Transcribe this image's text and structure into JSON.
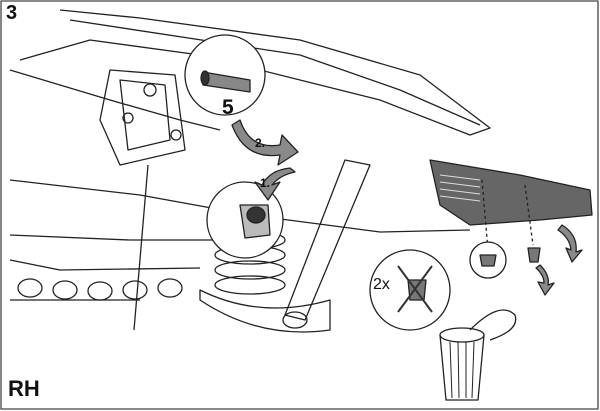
{
  "figure": {
    "step_number": "3",
    "side_label": "RH",
    "part_callout": "5",
    "step_labels": [
      "2.",
      "1."
    ],
    "quantity_label": "2x"
  },
  "colors": {
    "line": "#222222",
    "arrow_fill": "#8a8a8a",
    "panel_fill": "#555555",
    "background": "#ffffff"
  }
}
